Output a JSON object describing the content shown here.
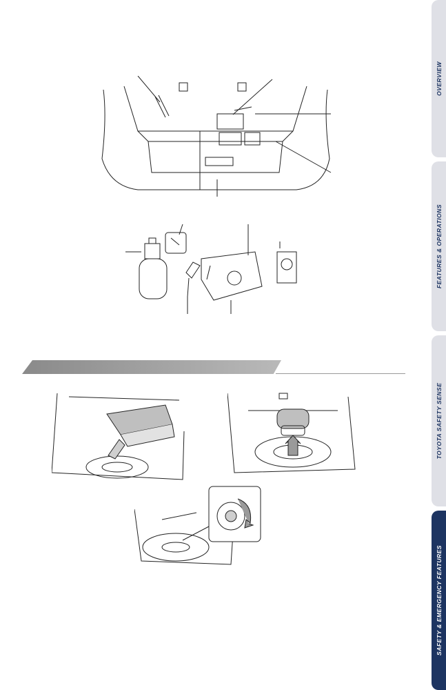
{
  "tabs": [
    {
      "label": "OVERVIEW",
      "active": false
    },
    {
      "label": "FEATURES & OPERATIONS",
      "active": false
    },
    {
      "label": "TOYOTA SAFETY SENSE",
      "active": false
    },
    {
      "label": "SAFETY & EMERGENCY FEATURES",
      "active": true
    }
  ],
  "colors": {
    "tab_bg": "#dfe0e6",
    "tab_active": "#1d3461",
    "banner": "#9a9a9a"
  }
}
